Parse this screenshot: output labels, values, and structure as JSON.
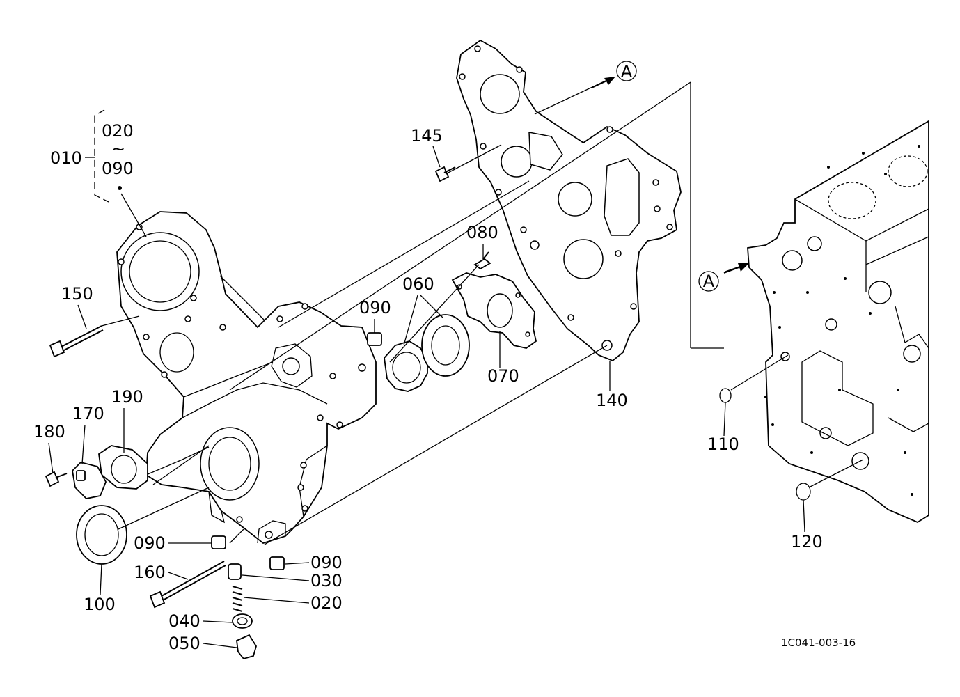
{
  "diagram": {
    "drawing_number": "1C041-003-16",
    "reference_marker": "A",
    "assembly": {
      "number": "010",
      "range_start": "020",
      "range_sep": "~",
      "range_end": "090"
    },
    "part_labels": {
      "p145": "145",
      "p150": "150",
      "p080": "080",
      "p060": "060",
      "p090_top": "090",
      "p070": "070",
      "p140": "140",
      "p190": "190",
      "p170": "170",
      "p180": "180",
      "p110": "110",
      "p120": "120",
      "p090_left": "090",
      "p090_right": "090",
      "p160": "160",
      "p030": "030",
      "p020": "020",
      "p100": "100",
      "p040": "040",
      "p050": "050"
    }
  }
}
